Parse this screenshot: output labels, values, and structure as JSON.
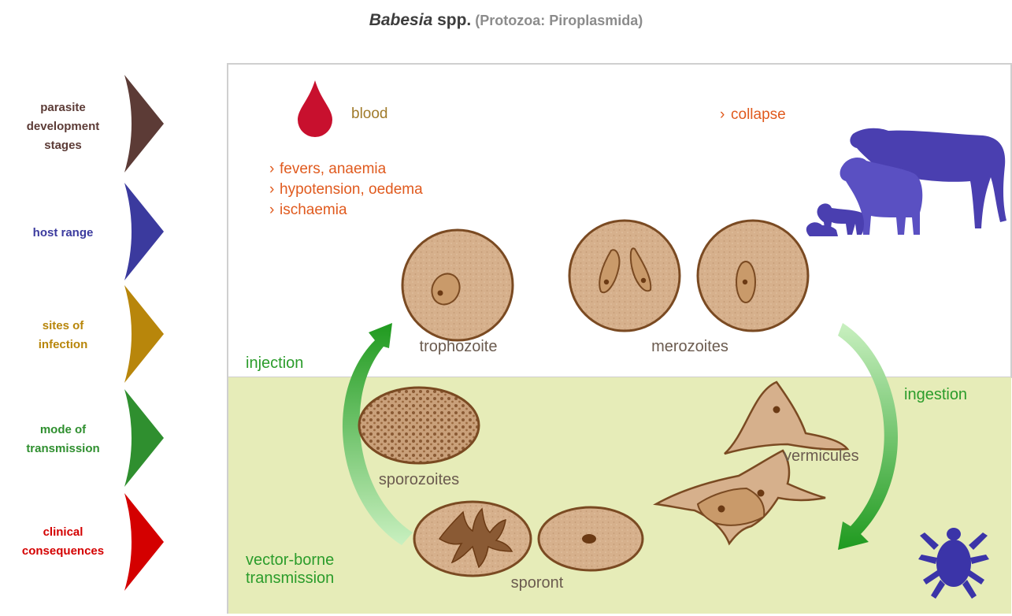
{
  "title": {
    "genus": "Babesia",
    "rest": " spp.",
    "taxonomy": " (Protozoa: Piroplasmida)"
  },
  "legend": [
    {
      "lines": [
        "parasite",
        "development",
        "stages"
      ],
      "color": "#5c3b36"
    },
    {
      "lines": [
        "host range"
      ],
      "color": "#3b3a9e"
    },
    {
      "lines": [
        "sites of",
        "infection"
      ],
      "color": "#b8860b"
    },
    {
      "lines": [
        "mode of",
        "transmission"
      ],
      "color": "#2f8f2f"
    },
    {
      "lines": [
        "clinical",
        "consequences"
      ],
      "color": "#d40000"
    }
  ],
  "diagram": {
    "site_host": "blood",
    "symptoms": [
      "fevers, anaemia",
      "hypotension, oedema",
      "ischaemia"
    ],
    "collapse": "collapse",
    "stage_trophozoite": "trophozoite",
    "stage_merozoites": "merozoites",
    "stage_sporozoites": "sporozoites",
    "stage_sporont": "sporont",
    "stage_vermicules": "vermicules",
    "mode_injection": "injection",
    "mode_ingestion": "ingestion",
    "mode_vector": [
      "vector-borne",
      "transmission"
    ]
  },
  "colors": {
    "host_section_bg": "#ffffff",
    "vector_section_bg": "#e6ecb8",
    "cell_fill": "#d6b08c",
    "cell_stroke": "#7a4a22",
    "symptom": "#e05a1e",
    "arrow_green": "#2b9c2b",
    "host_icon": "#4a3fb0",
    "stage_label": "#6b5b4f"
  },
  "icons": [
    "blood-drop-icon",
    "cow-icon",
    "sheep-icon",
    "dog-icon",
    "cat-icon",
    "mouse-icon",
    "tick-icon"
  ]
}
